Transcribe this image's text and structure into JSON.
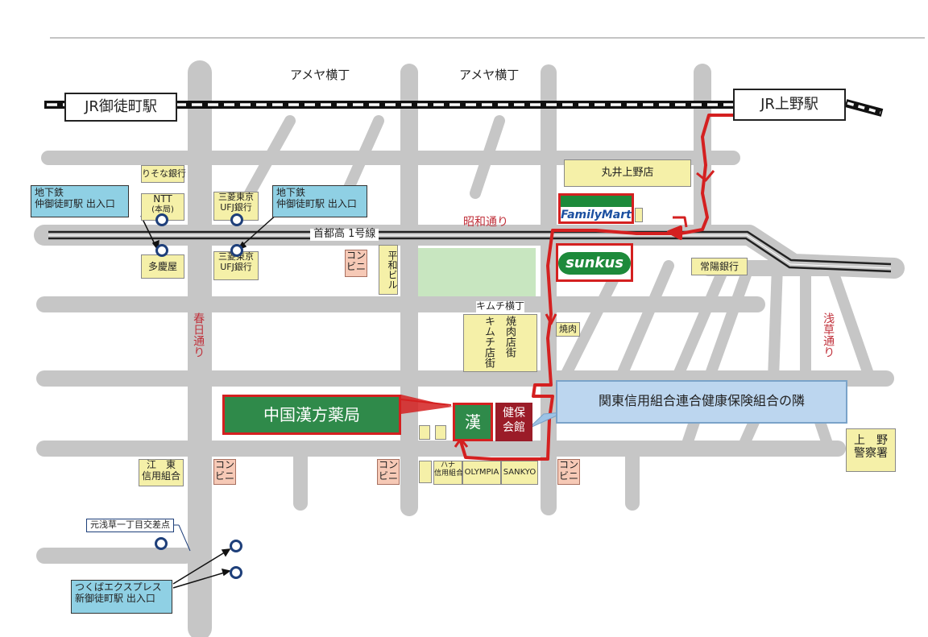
{
  "header": {
    "page_rule": true
  },
  "stations": {
    "jr_okachimachi": "JR御徒町駅",
    "jr_ueno": "JR上野駅"
  },
  "streets": {
    "ameya_1": "アメヤ横丁",
    "ameya_2": "アメヤ横丁",
    "showa": "昭和通り",
    "shutoko": "首都高 1号線",
    "kasuga": "春日通り",
    "asakusa": "浅草通り",
    "kimuchi_yokocho": "キムチ横丁",
    "kimuchi_street": "キムチ店街",
    "yakiniku_street": "焼肉店街"
  },
  "landmarks": {
    "resona": "りそな銀行",
    "ntt": "NTT",
    "ntt_sub": "(本局)",
    "mufj_top_1": "三菱東京",
    "mufj_top_2": "UFJ銀行",
    "mufj_bottom_1": "三菱東京",
    "mufj_bottom_2": "UFJ銀行",
    "takeya": "多慶屋",
    "konbini": "コンビニ",
    "heiwa": "平和ビル",
    "marui": "丸井上野店",
    "joyo": "常陽銀行",
    "yakiniku": "焼肉",
    "koto_1": "江　東",
    "koto_2": "信用組合",
    "hana_1": "ハナ",
    "hana_2": "信用組合",
    "olympia": "OLYMPIA",
    "sankyo": "SANKYO",
    "police_1": "上　野",
    "police_2": "警察署",
    "kenpo": "健保会館",
    "kan": "漢",
    "familymart": "FamilyMart",
    "sunkus": "sunkus",
    "intersection": "元浅草一丁目交差点"
  },
  "callouts": {
    "subway_left_1": "地下鉄",
    "subway_left_2": "仲御徒町駅 出入口",
    "subway_right_1": "地下鉄",
    "subway_right_2": "仲御徒町駅 出入口",
    "tsukuba_1": "つくばエクスプレス",
    "tsukuba_2": "新御徒町駅 出入口",
    "shop_name": "中国漢方薬局",
    "kanto_note": "関東信用組合連合健康保険組合の隣"
  },
  "colors": {
    "road": "#c6c6c6",
    "route": "#d42020",
    "shop_green": "#2f8a4a",
    "kenpo_red": "#9b1c28",
    "park": "#c8e6c0",
    "station_ring": "#1e3f7a"
  }
}
